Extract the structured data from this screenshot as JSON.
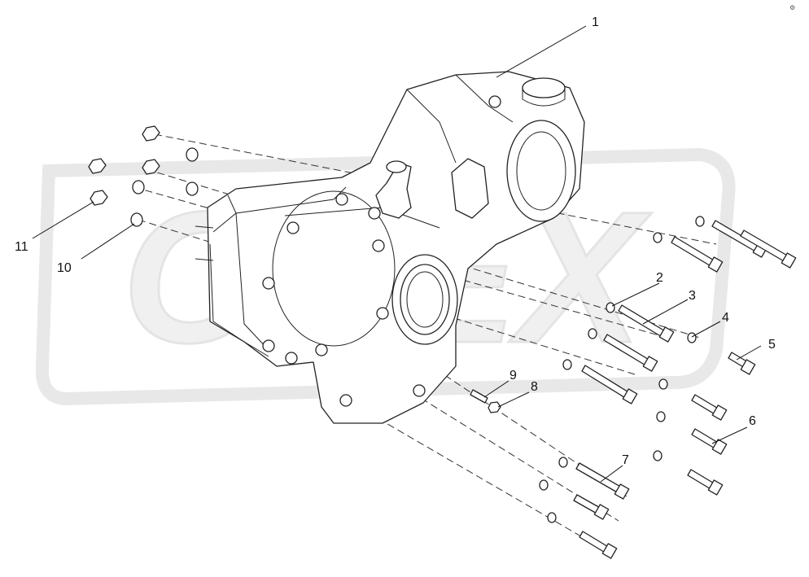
{
  "watermark": {
    "text": "OPEX",
    "color": "#d9d9d9"
  },
  "corner_mark": "⚙",
  "callouts": [
    {
      "id": "1",
      "text": "1"
    },
    {
      "id": "2",
      "text": "2"
    },
    {
      "id": "3",
      "text": "3"
    },
    {
      "id": "4",
      "text": "4"
    },
    {
      "id": "5",
      "text": "5"
    },
    {
      "id": "6",
      "text": "6"
    },
    {
      "id": "7",
      "text": "7"
    },
    {
      "id": "8",
      "text": "8"
    },
    {
      "id": "9",
      "text": "9"
    },
    {
      "id": "10",
      "text": "10"
    },
    {
      "id": "11",
      "text": "11"
    }
  ],
  "colors": {
    "line": "#222222",
    "background": "#ffffff"
  }
}
